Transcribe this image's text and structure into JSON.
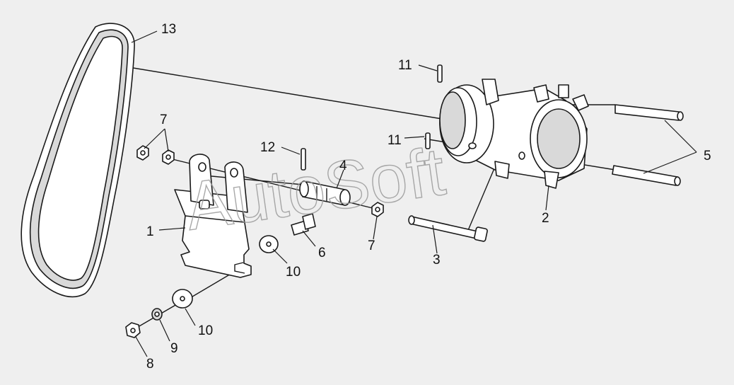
{
  "watermark": "AutoSoft",
  "callouts": {
    "c1": "1",
    "c2": "2",
    "c3": "3",
    "c4": "4",
    "c5": "5",
    "c6": "6",
    "c7a": "7",
    "c7b": "7",
    "c8": "8",
    "c9": "9",
    "c10a": "10",
    "c10b": "10",
    "c11a": "11",
    "c11b": "11",
    "c12": "12",
    "c13": "13"
  }
}
